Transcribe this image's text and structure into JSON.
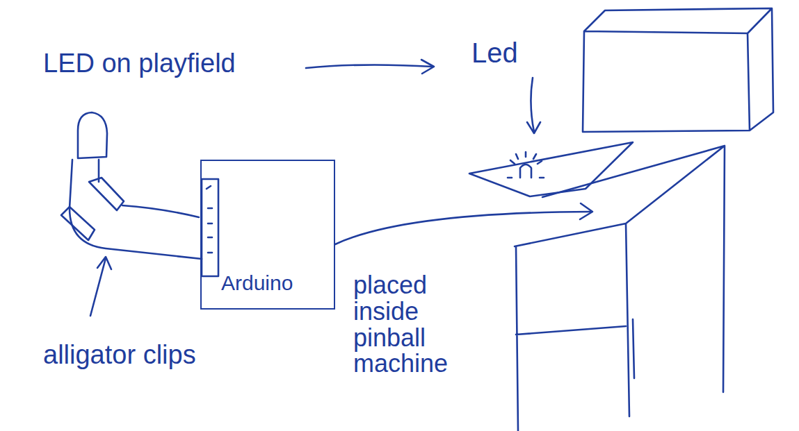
{
  "diagram": {
    "nodes": [
      {
        "text": [
          "Arduino"
        ]
      }
    ],
    "labels": [
      "LED on playfield",
      "Led",
      "alligator clips",
      "placed inside pinball machine"
    ]
  }
}
